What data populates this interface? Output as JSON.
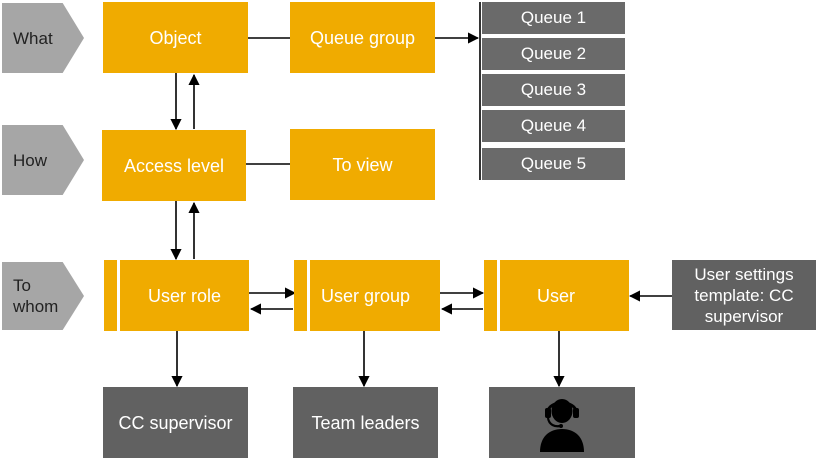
{
  "rows": {
    "what": "What",
    "how": "How",
    "to_whom": "To\nwhom"
  },
  "boxes": {
    "object": "Object",
    "queue_group": "Queue group",
    "access_level": "Access level",
    "to_view": "To view",
    "user_role": "User role",
    "user_group": "User group",
    "user": "User",
    "user_settings_template": "User settings template: CC supervisor",
    "cc_supervisor": "CC supervisor",
    "team_leaders": "Team leaders"
  },
  "queues": [
    "Queue 1",
    "Queue 2",
    "Queue 3",
    "Queue 4",
    "Queue 5"
  ],
  "icons": {
    "agent": "headset-person-icon"
  },
  "colors": {
    "orange": "#f0ab00",
    "dark_gray": "#616161",
    "queue_gray": "#6a6a6a",
    "label_gray": "#a6a6a6"
  }
}
